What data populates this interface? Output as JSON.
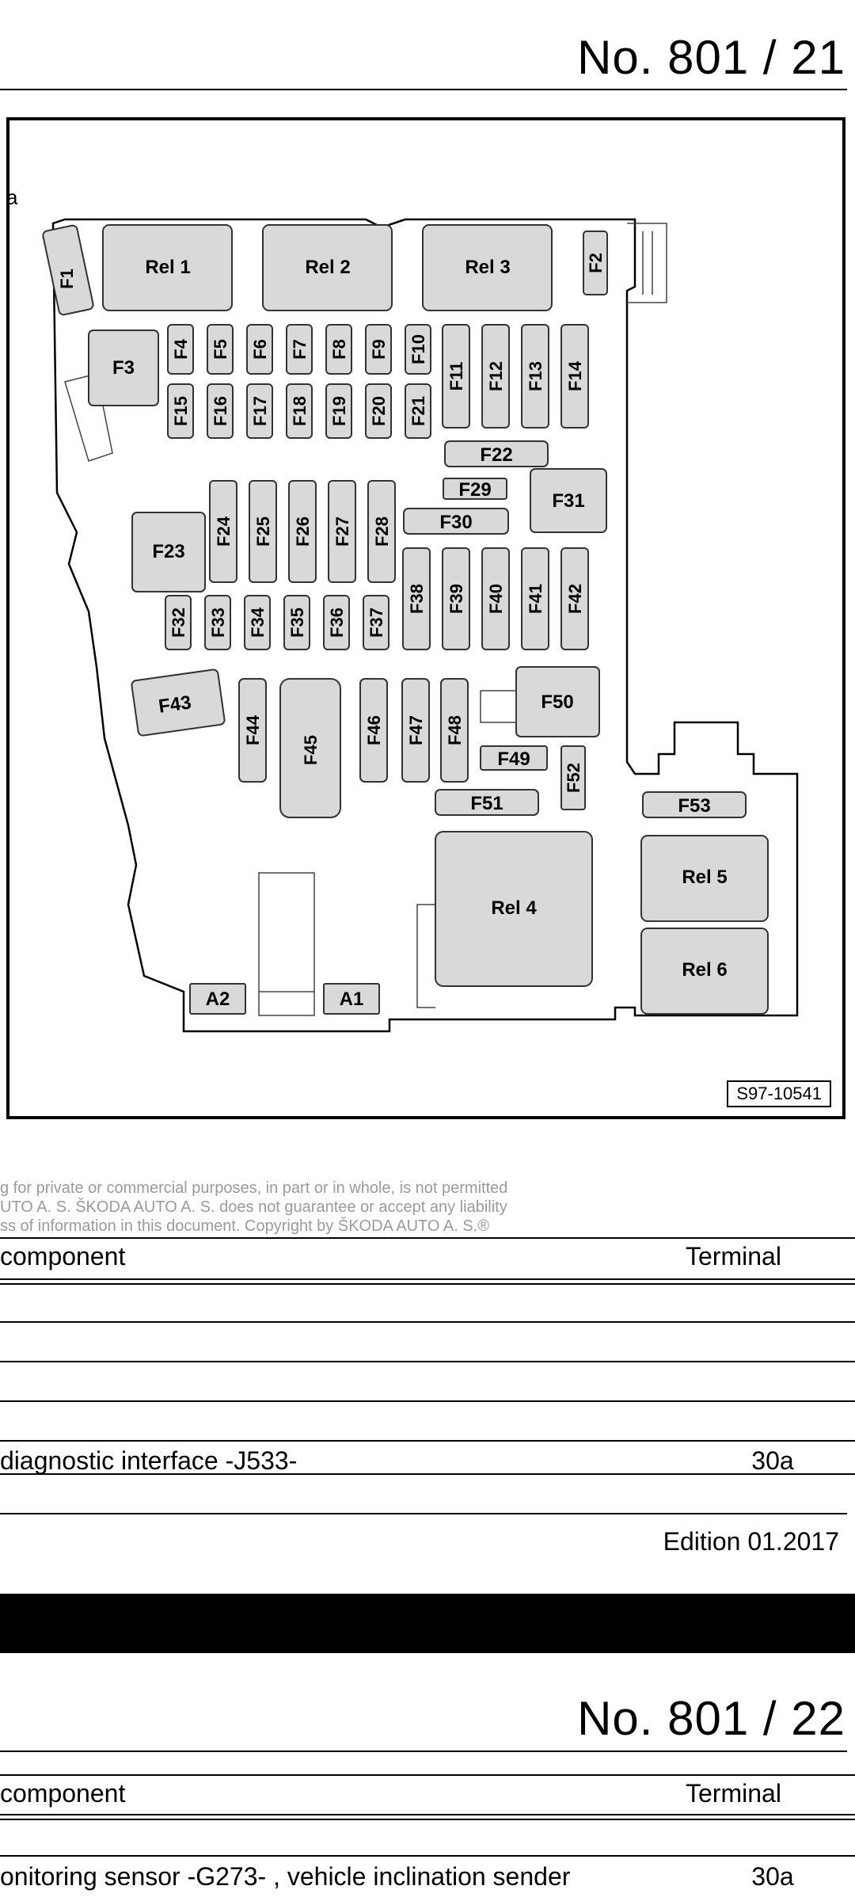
{
  "page1": {
    "page_number": "No.  801 /  21",
    "figure_ref": "S97-10541",
    "partial_label": "a",
    "fuse_labels": {
      "F1": "F1",
      "F2": "F2",
      "F3": "F3",
      "F4": "F4",
      "F5": "F5",
      "F6": "F6",
      "F7": "F7",
      "F8": "F8",
      "F9": "F9",
      "F10": "F10",
      "F11": "F11",
      "F12": "F12",
      "F13": "F13",
      "F14": "F14",
      "F15": "F15",
      "F16": "F16",
      "F17": "F17",
      "F18": "F18",
      "F19": "F19",
      "F20": "F20",
      "F21": "F21",
      "F22": "F22",
      "F23": "F23",
      "F24": "F24",
      "F25": "F25",
      "F26": "F26",
      "F27": "F27",
      "F28": "F28",
      "F29": "F29",
      "F30": "F30",
      "F31": "F31",
      "F32": "F32",
      "F33": "F33",
      "F34": "F34",
      "F35": "F35",
      "F36": "F36",
      "F37": "F37",
      "F38": "F38",
      "F39": "F39",
      "F40": "F40",
      "F41": "F41",
      "F42": "F42",
      "F43": "F43",
      "F44": "F44",
      "F45": "F45",
      "F46": "F46",
      "F47": "F47",
      "F48": "F48",
      "F49": "F49",
      "F50": "F50",
      "F51": "F51",
      "F52": "F52",
      "F53": "F53",
      "Rel1": "Rel 1",
      "Rel2": "Rel 2",
      "Rel3": "Rel 3",
      "Rel4": "Rel 4",
      "Rel5": "Rel 5",
      "Rel6": "Rel 6",
      "A1": "A1",
      "A2": "A2"
    },
    "copyright_lines": [
      "g for private or commercial purposes, in part or in whole, is not permitted",
      "UTO A. S. ŠKODA AUTO A. S. does not guarantee or accept any liability",
      "ss of information in this document. Copyright by ŠKODA AUTO A. S.®"
    ],
    "table": {
      "col_component": "component",
      "col_terminal": "Terminal",
      "rows": [
        {
          "component": "",
          "terminal": ""
        },
        {
          "component": "",
          "terminal": ""
        },
        {
          "component": "",
          "terminal": ""
        },
        {
          "component": "",
          "terminal": ""
        },
        {
          "component": "diagnostic interface -J533-",
          "terminal": "30a"
        }
      ]
    },
    "edition": "Edition 01.2017"
  },
  "page2": {
    "page_number": "No.  801 /  22",
    "table": {
      "col_component": "component",
      "col_terminal": "Terminal",
      "rows": [
        {
          "component": "",
          "terminal": ""
        },
        {
          "component": "onitoring sensor -G273- , vehicle inclination sender",
          "terminal": "30a"
        }
      ]
    }
  }
}
